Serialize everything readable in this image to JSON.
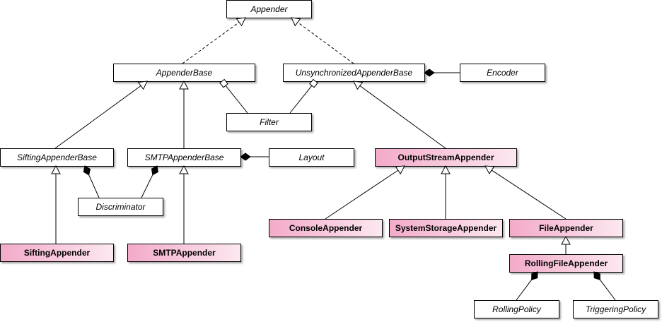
{
  "diagram": {
    "classes": [
      {
        "id": "appender",
        "label": "Appender",
        "kind": "abstract"
      },
      {
        "id": "appender-base",
        "label": "AppenderBase",
        "kind": "abstract"
      },
      {
        "id": "unsync-appender-base",
        "label": "UnsynchronizedAppenderBase",
        "kind": "abstract"
      },
      {
        "id": "encoder",
        "label": "Encoder",
        "kind": "abstract"
      },
      {
        "id": "filter",
        "label": "Filter",
        "kind": "abstract"
      },
      {
        "id": "sifting-appender-base",
        "label": "SiftingAppenderBase",
        "kind": "abstract"
      },
      {
        "id": "smtp-appender-base",
        "label": "SMTPAppenderBase",
        "kind": "abstract"
      },
      {
        "id": "layout",
        "label": "Layout",
        "kind": "abstract"
      },
      {
        "id": "output-stream-appender",
        "label": "OutputStreamAppender",
        "kind": "concrete"
      },
      {
        "id": "discriminator",
        "label": "Discriminator",
        "kind": "abstract"
      },
      {
        "id": "console-appender",
        "label": "ConsoleAppender",
        "kind": "concrete"
      },
      {
        "id": "system-storage-appender",
        "label": "SystemStorageAppender",
        "kind": "concrete"
      },
      {
        "id": "file-appender",
        "label": "FileAppender",
        "kind": "concrete"
      },
      {
        "id": "sifting-appender",
        "label": "SiftingAppender",
        "kind": "concrete"
      },
      {
        "id": "smtp-appender",
        "label": "SMTPAppender",
        "kind": "concrete"
      },
      {
        "id": "rolling-file-appender",
        "label": "RollingFileAppender",
        "kind": "concrete"
      },
      {
        "id": "rolling-policy",
        "label": "RollingPolicy",
        "kind": "abstract"
      },
      {
        "id": "triggering-policy",
        "label": "TriggeringPolicy",
        "kind": "abstract"
      }
    ],
    "relations": [
      {
        "from": "appender-base",
        "to": "appender",
        "type": "realization"
      },
      {
        "from": "unsync-appender-base",
        "to": "appender",
        "type": "realization"
      },
      {
        "from": "sifting-appender-base",
        "to": "appender-base",
        "type": "inheritance"
      },
      {
        "from": "smtp-appender-base",
        "to": "appender-base",
        "type": "inheritance"
      },
      {
        "from": "output-stream-appender",
        "to": "unsync-appender-base",
        "type": "inheritance"
      },
      {
        "from": "filter",
        "to": "appender-base",
        "type": "aggregation"
      },
      {
        "from": "filter",
        "to": "unsync-appender-base",
        "type": "aggregation"
      },
      {
        "from": "encoder",
        "to": "unsync-appender-base",
        "type": "composition"
      },
      {
        "from": "layout",
        "to": "smtp-appender-base",
        "type": "composition"
      },
      {
        "from": "discriminator",
        "to": "sifting-appender-base",
        "type": "composition"
      },
      {
        "from": "discriminator",
        "to": "smtp-appender-base",
        "type": "composition"
      },
      {
        "from": "sifting-appender",
        "to": "sifting-appender-base",
        "type": "inheritance"
      },
      {
        "from": "smtp-appender",
        "to": "smtp-appender-base",
        "type": "inheritance"
      },
      {
        "from": "console-appender",
        "to": "output-stream-appender",
        "type": "inheritance"
      },
      {
        "from": "system-storage-appender",
        "to": "output-stream-appender",
        "type": "inheritance"
      },
      {
        "from": "file-appender",
        "to": "output-stream-appender",
        "type": "inheritance"
      },
      {
        "from": "rolling-file-appender",
        "to": "file-appender",
        "type": "inheritance"
      },
      {
        "from": "rolling-policy",
        "to": "rolling-file-appender",
        "type": "composition"
      },
      {
        "from": "triggering-policy",
        "to": "rolling-file-appender",
        "type": "composition"
      }
    ],
    "colors": {
      "box_border": "#000000",
      "abstract_fill": "#ffffff",
      "concrete_fill_start": "#f3aac9",
      "concrete_fill_end": "#fce8f0",
      "line": "#000000"
    }
  }
}
